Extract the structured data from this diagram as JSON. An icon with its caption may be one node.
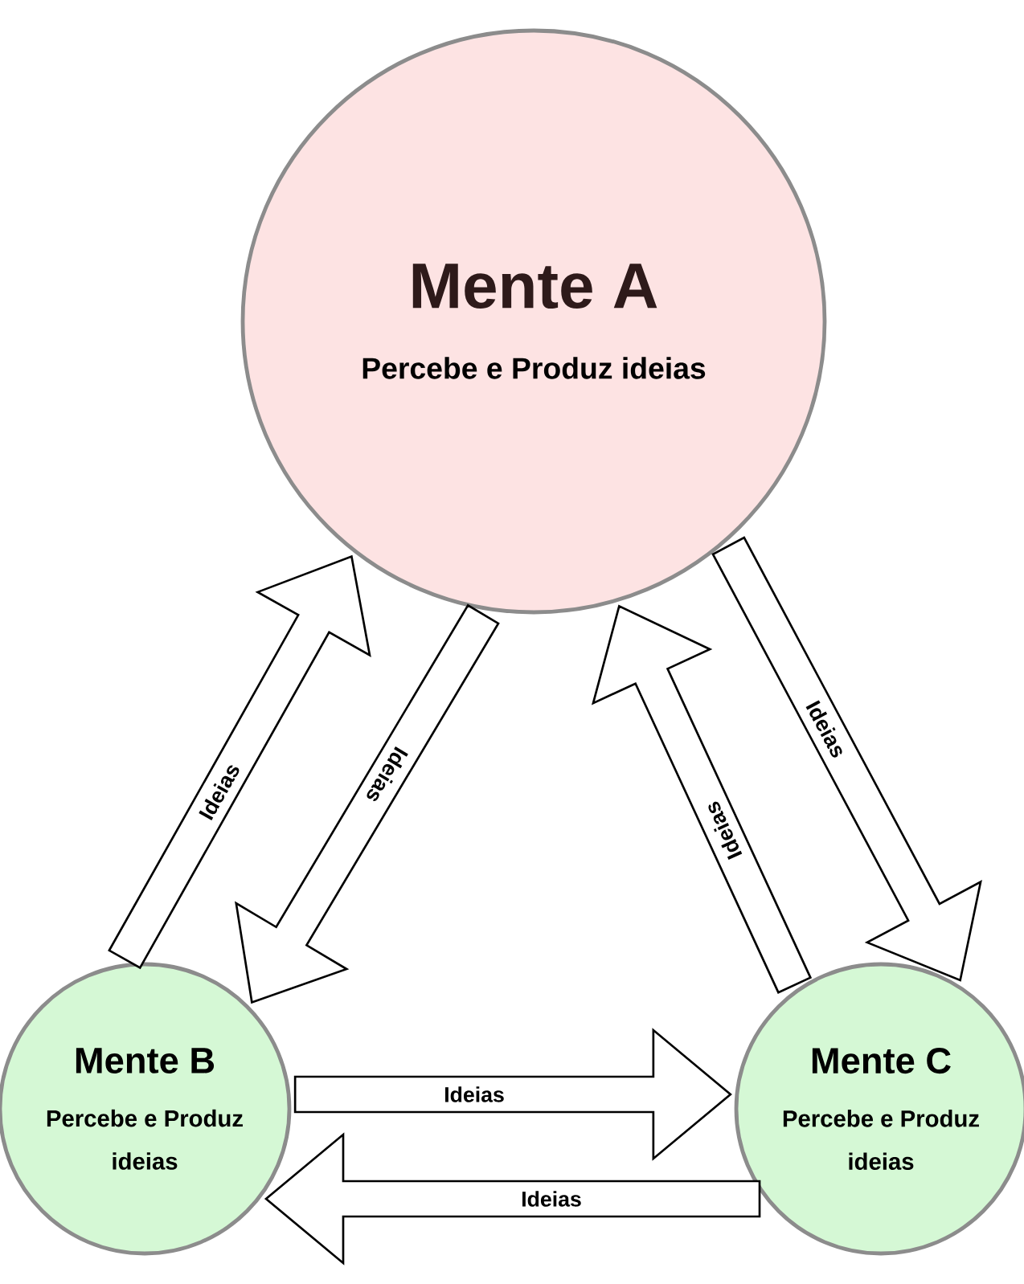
{
  "diagram": {
    "nodes": [
      {
        "text": [
          "Mente A",
          "Percebe e Produz ideias"
        ]
      },
      {
        "text": [
          "Mente B",
          "Percebe e Produz ideias"
        ]
      },
      {
        "text": [
          "Mente C",
          "Percebe e Produz ideias"
        ]
      }
    ],
    "edges": [
      {
        "from": 1,
        "to": 0,
        "arrow": "to",
        "label": "Ideias"
      },
      {
        "from": 0,
        "to": 1,
        "arrow": "to",
        "label": "Ideias"
      },
      {
        "from": 2,
        "to": 0,
        "arrow": "to",
        "label": "Ideias"
      },
      {
        "from": 0,
        "to": 2,
        "arrow": "to",
        "label": "Ideias"
      },
      {
        "from": 1,
        "to": 2,
        "arrow": "to",
        "label": "Ideias"
      },
      {
        "from": 2,
        "to": 1,
        "arrow": "to",
        "label": "Ideias"
      }
    ]
  }
}
